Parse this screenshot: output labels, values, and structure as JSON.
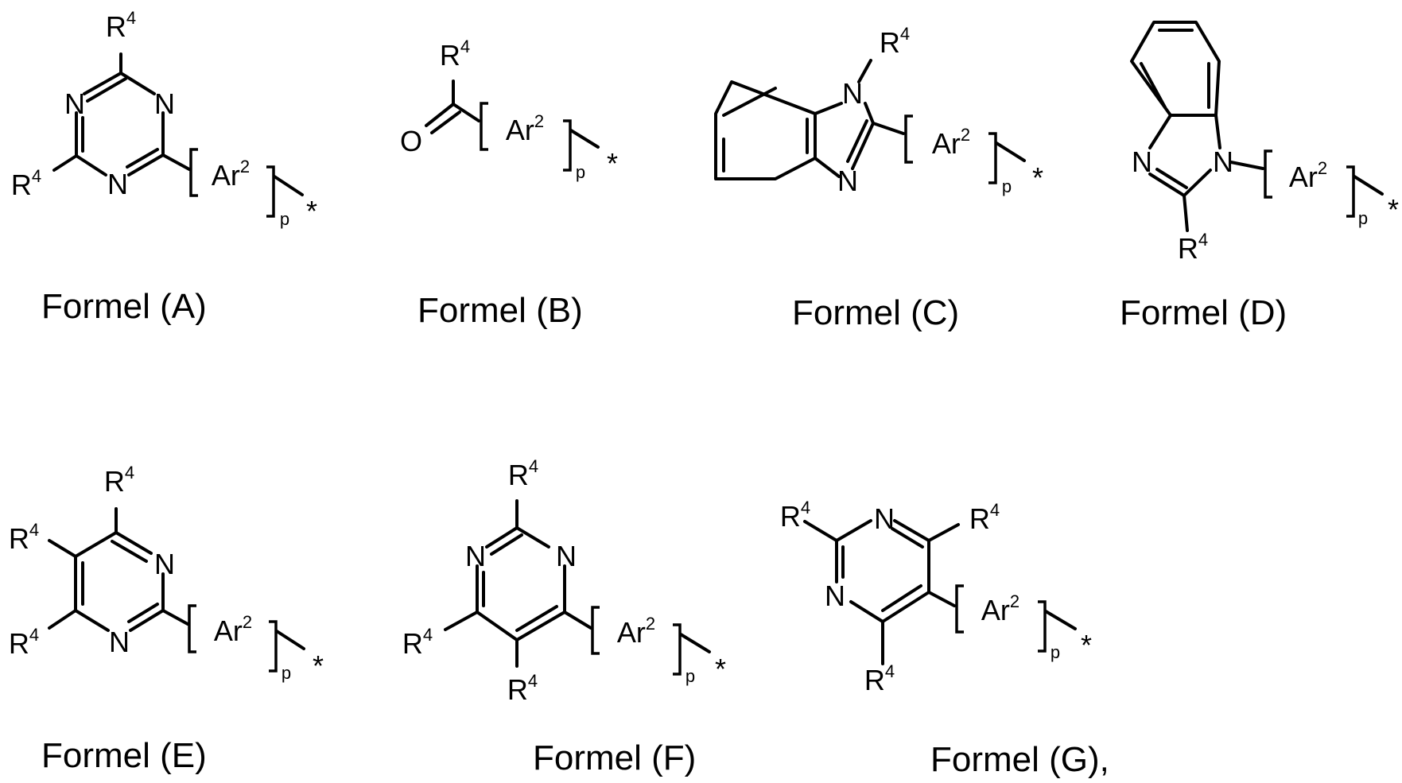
{
  "atoms": {
    "n": "N",
    "o": "O",
    "r": "R",
    "r_sup": "4",
    "ar": "Ar",
    "ar_sup": "2",
    "p": "p",
    "star": "*"
  },
  "captions": {
    "a": "Formel (A)",
    "b": "Formel (B)",
    "c": "Formel (C)",
    "d": "Formel (D)",
    "e": "Formel (E)",
    "f": "Formel (F)",
    "g": "Formel (G),"
  }
}
